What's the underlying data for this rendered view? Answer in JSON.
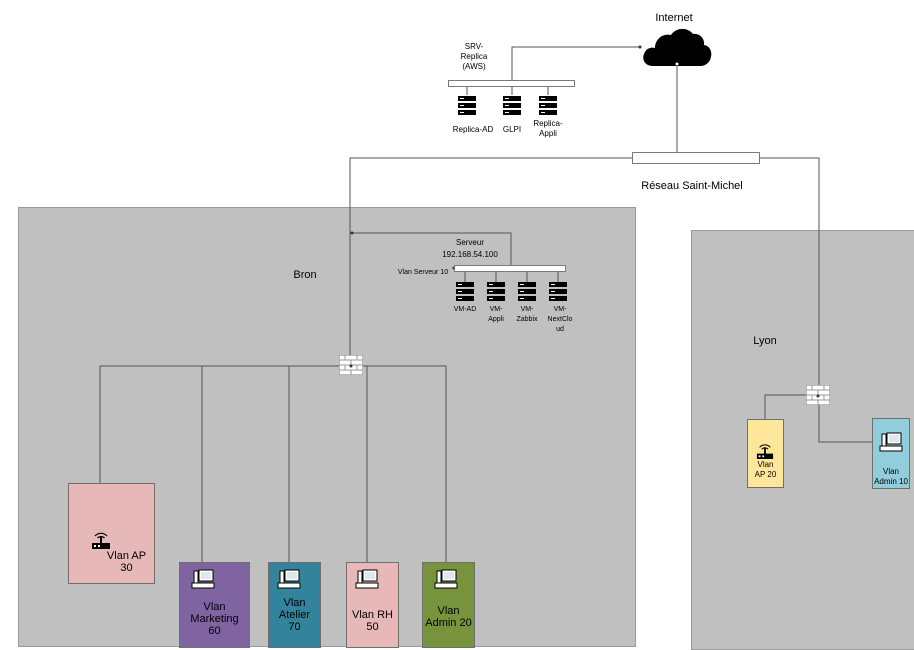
{
  "internet": {
    "label": "Internet"
  },
  "replica": {
    "title_lines": [
      "SRV-",
      "Replica",
      "(AWS)"
    ],
    "servers": [
      {
        "lines": [
          "Replica-AD"
        ]
      },
      {
        "lines": [
          "GLPI"
        ]
      },
      {
        "lines": [
          "Replica-",
          "Appli"
        ]
      }
    ]
  },
  "network": {
    "label": "Réseau Saint-Michel"
  },
  "bron": {
    "label": "Bron",
    "server_title": "Serveur",
    "server_ip": "192.168.54.100",
    "server_vlan": "Vlan Serveur 10",
    "vms": [
      {
        "lines": [
          "VM-AD"
        ]
      },
      {
        "lines": [
          "VM-",
          "Appli"
        ]
      },
      {
        "lines": [
          "VM-",
          "Zabbix"
        ]
      },
      {
        "lines": [
          "VM-",
          "NextClo",
          "ud"
        ]
      }
    ],
    "vlans": {
      "ap": [
        "Vlan AP",
        "30"
      ],
      "marketing": [
        "Vlan",
        "Marketing",
        "60"
      ],
      "atelier": [
        "Vlan",
        "Atelier",
        "70"
      ],
      "rh": [
        "Vlan RH",
        "50"
      ],
      "admin": [
        "Vlan",
        "Admin 20"
      ]
    }
  },
  "lyon": {
    "label": "Lyon",
    "vlans": {
      "ap": [
        "Vlan",
        "AP 20"
      ],
      "admin": [
        "Vlan",
        "Admin 10"
      ]
    }
  },
  "colors": {
    "zone": "#c0c0c0",
    "ap_bron": "#e6b8b7",
    "marketing": "#8064a2",
    "atelier": "#31849b",
    "rh": "#e6b8b7",
    "admin_bron": "#77933c",
    "ap_lyon": "#ffe699",
    "admin_lyon": "#92cddc"
  }
}
